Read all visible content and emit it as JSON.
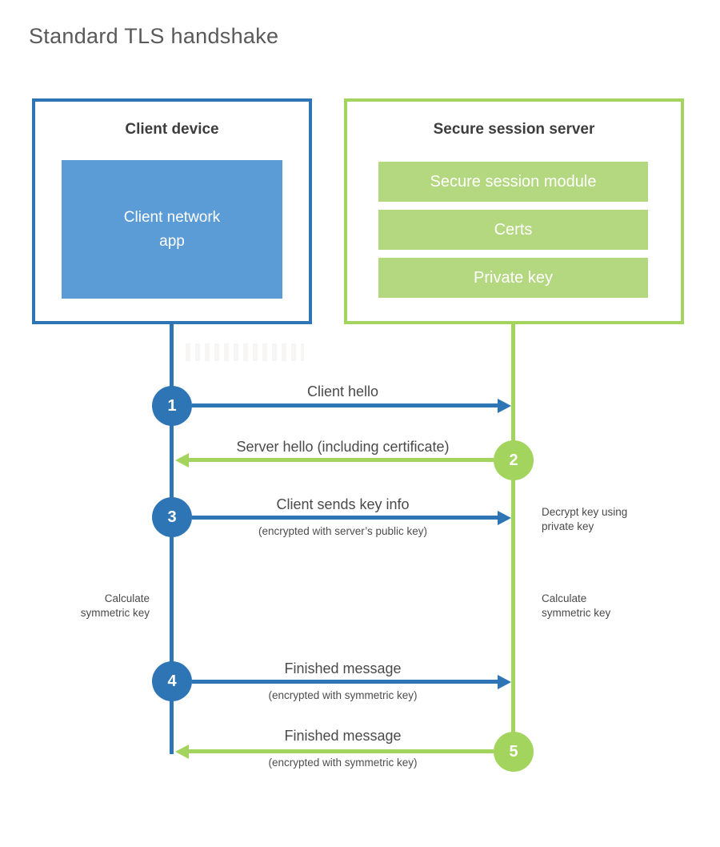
{
  "title": "Standard TLS handshake",
  "colors": {
    "blue_accent": "#2e75b6",
    "blue_fill": "#5b9cd6",
    "green_accent": "#a3d45e",
    "green_fill": "#b4d87f"
  },
  "client": {
    "heading": "Client device",
    "app_label": "Client network\napp"
  },
  "server": {
    "heading": "Secure session server",
    "modules": [
      "Secure session module",
      "Certs",
      "Private key"
    ]
  },
  "steps": [
    {
      "num": "1",
      "label": "Client hello",
      "sub": "",
      "direction": "client-to-server"
    },
    {
      "num": "2",
      "label": "Server hello (including certificate)",
      "sub": "",
      "direction": "server-to-client"
    },
    {
      "num": "3",
      "label": "Client sends key info",
      "sub": "(encrypted with server’s public key)",
      "direction": "client-to-server"
    },
    {
      "num": "4",
      "label": "Finished message",
      "sub": "(encrypted with symmetric key)",
      "direction": "client-to-server"
    },
    {
      "num": "5",
      "label": "Finished message",
      "sub": "(encrypted with symmetric key)",
      "direction": "server-to-client"
    }
  ],
  "side_notes": {
    "decrypt": "Decrypt key using\nprivate key",
    "calc_right": "Calculate\nsymmetric key",
    "calc_left": "Calculate\nsymmetric key"
  }
}
